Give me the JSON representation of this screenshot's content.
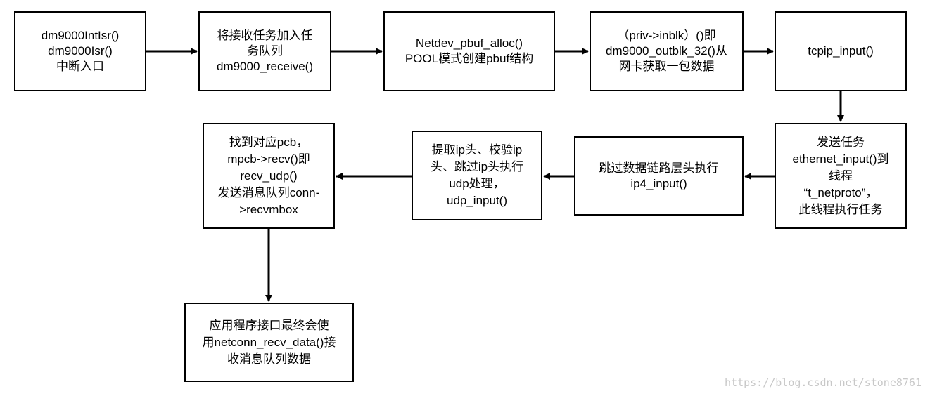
{
  "boxes": [
    {
      "id": "b1",
      "lines": [
        "dm9000IntIsr()",
        "dm9000Isr()",
        "中断入口"
      ]
    },
    {
      "id": "b2",
      "lines": [
        "将接收任务加入任",
        "务队列",
        "dm9000_receive()"
      ]
    },
    {
      "id": "b3",
      "lines": [
        "Netdev_pbuf_alloc()",
        "POOL模式创建pbuf结构"
      ]
    },
    {
      "id": "b4",
      "lines": [
        "（priv->inblk）()即",
        "dm9000_outblk_32()从",
        "网卡获取一包数据"
      ]
    },
    {
      "id": "b5",
      "lines": [
        "tcpip_input()"
      ]
    },
    {
      "id": "b6",
      "lines": [
        "发送任务",
        "ethernet_input()到",
        "线程",
        "“t_netproto”，",
        "此线程执行任务"
      ]
    },
    {
      "id": "b7",
      "lines": [
        "跳过数据链路层头执行",
        "ip4_input()"
      ]
    },
    {
      "id": "b8",
      "lines": [
        "提取ip头、校验ip",
        "头、跳过ip头执行",
        "udp处理，",
        "udp_input()"
      ]
    },
    {
      "id": "b9",
      "lines": [
        "找到对应pcb，",
        "mpcb->recv()即",
        "recv_udp()",
        "发送消息队列conn-",
        ">recvmbox"
      ]
    },
    {
      "id": "b10",
      "lines": [
        "应用程序接口最终会使",
        "用netconn_recv_data()接",
        "收消息队列数据"
      ]
    }
  ],
  "watermark": "https://blog.csdn.net/stone8761"
}
